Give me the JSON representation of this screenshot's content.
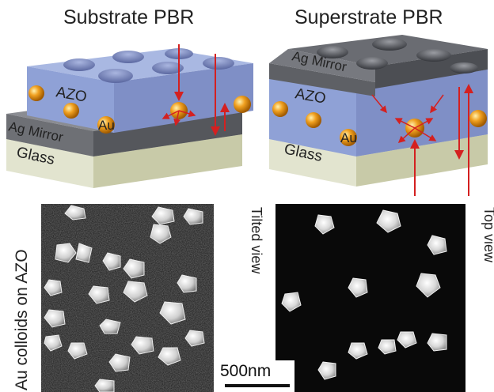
{
  "panels": {
    "substrate": {
      "title": "Substrate PBR",
      "layers": {
        "azo": "AZO",
        "au": "Au",
        "ag_mirror": "Ag Mirror",
        "glass": "Glass"
      }
    },
    "superstrate": {
      "title": "Superstrate PBR",
      "layers": {
        "ag_mirror": "Ag Mirror",
        "azo": "AZO",
        "au": "Au",
        "glass": "Glass"
      }
    }
  },
  "sem": {
    "side_label": "Au colloids on AZO",
    "left_view_label": "Tilted view",
    "right_view_label": "Top view",
    "scale_bar": "500nm"
  },
  "colors": {
    "azo": "#8ea3d8",
    "ag_mirror": "#6e7075",
    "glass": "#d6d8c2",
    "au_particle": "#f0a020",
    "arrow": "#d42020"
  }
}
